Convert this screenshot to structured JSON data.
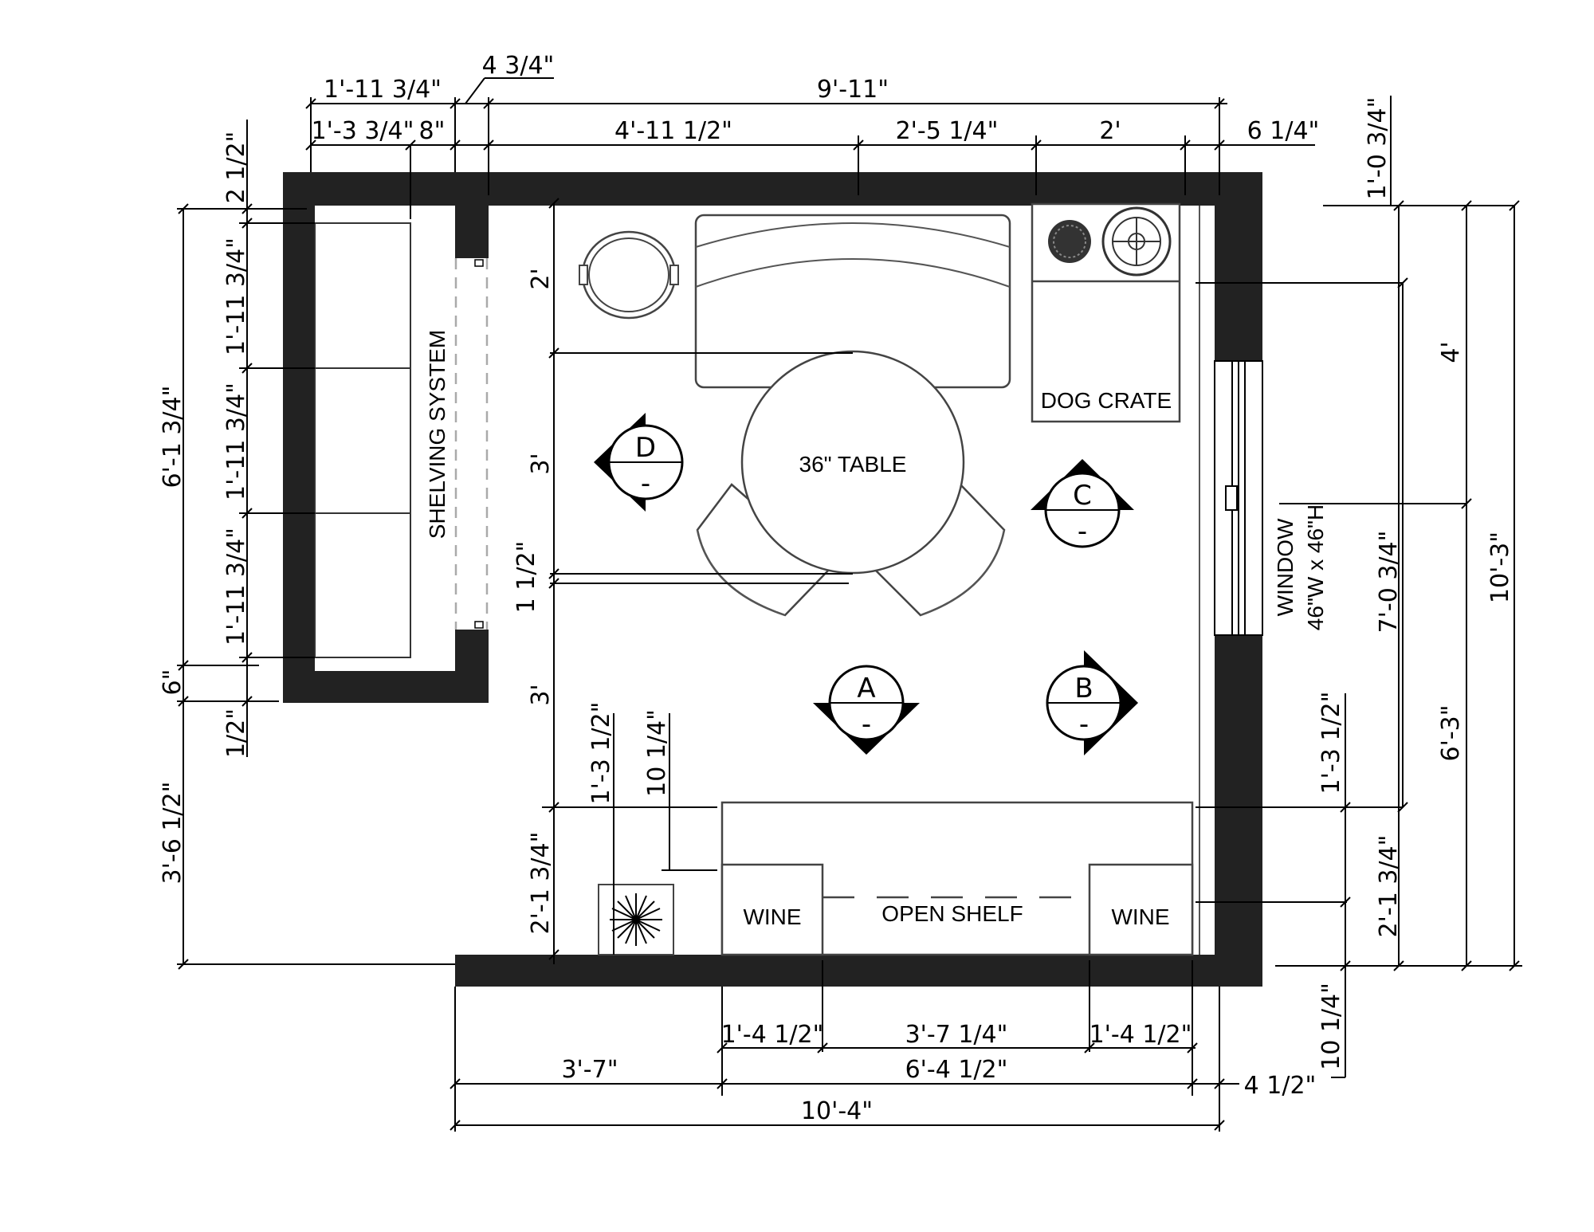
{
  "plan": {
    "labels": {
      "shelving": "SHELVING SYSTEM",
      "dog_crate": "DOG CRATE",
      "table": "36\"  TABLE",
      "window_1": "WINDOW",
      "window_2": "46\"W x 46\"H",
      "wine_left": "WINE",
      "open_shelf": "OPEN SHELF",
      "wine_right": "WINE"
    },
    "markers": {
      "a": "A",
      "b": "B",
      "c": "C",
      "d": "D",
      "dash": "-"
    },
    "dims": {
      "top_1_11_3_4": "1'-11 3/4\"",
      "top_4_3_4": "4 3/4\"",
      "top_9_11": "9'-11\"",
      "top_1_3_3_4": "1'-3 3/4\"",
      "top_8": "8\"",
      "top_4_11_1_2": "4'-11 1/2\"",
      "top_2_5_1_4": "2'-5 1/4\"",
      "top_2": "2'",
      "top_6_1_4": "6 1/4\"",
      "left_2_1_2": "2 1/2\"",
      "left_1_11_3_4_a": "1'-11 3/4\"",
      "left_1_11_3_4_b": "1'-11 3/4\"",
      "left_1_11_3_4_c": "1'-11 3/4\"",
      "left_6_1_3_4": "6'-1 3/4\"",
      "left_6": "6\"",
      "left_1_2": "1/2\"",
      "left_3_6_1_2": "3'-6 1/2\"",
      "in_2": "2'",
      "in_3_a": "3'",
      "in_1_1_2": "1 1/2\"",
      "in_3_b": "3'",
      "in_1_3_1_2": "1'-3 1/2\"",
      "in_10_1_4": "10 1/4\"",
      "in_2_1_3_4": "2'-1 3/4\"",
      "right_1_0_3_4": "1'-0 3/4\"",
      "right_4": "4'",
      "right_7_0_3_4": "7'-0 3/4\"",
      "right_10_3": "10'-3\"",
      "right_6_3": "6'-3\"",
      "right_1_3_1_2": "1'-3 1/2\"",
      "right_2_1_3_4": "2'-1 3/4\"",
      "right_10_1_4": "10 1/4\"",
      "bot_1_4_1_2_a": "1'-4 1/2\"",
      "bot_3_7_1_4": "3'-7 1/4\"",
      "bot_1_4_1_2_b": "1'-4 1/2\"",
      "bot_3_7": "3'-7\"",
      "bot_6_4_1_2": "6'-4 1/2\"",
      "bot_4_1_2": "4 1/2\"",
      "bot_10_4": "10'-4\""
    }
  }
}
